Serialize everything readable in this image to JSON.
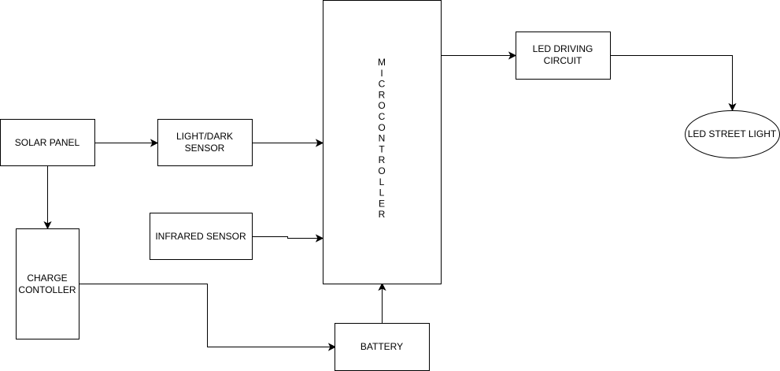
{
  "nodes": {
    "solar_panel": {
      "label": "SOLAR PANEL"
    },
    "light_dark_sensor": {
      "lines": [
        "LIGHT/DARK",
        "SENSOR"
      ]
    },
    "infrared_sensor": {
      "label": "INFRARED SENSOR"
    },
    "charge_controller": {
      "lines": [
        "CHARGE",
        "CONTOLLER"
      ]
    },
    "microcontroller": {
      "letters": [
        "M",
        "I",
        "C",
        "R",
        "O",
        "C",
        "O",
        "N",
        "T",
        "R",
        "O",
        "L",
        "L",
        "E",
        "R"
      ]
    },
    "battery": {
      "label": "BATTERY"
    },
    "led_driving_circuit": {
      "lines": [
        "LED DRIVING",
        "CIRCUIT"
      ]
    },
    "led_street_light": {
      "label": "LED STREET LIGHT"
    }
  },
  "edges": [
    {
      "from": "SOLAR PANEL",
      "to": "LIGHT/DARK SENSOR"
    },
    {
      "from": "LIGHT/DARK SENSOR",
      "to": "MICROCONTROLLER"
    },
    {
      "from": "INFRARED SENSOR",
      "to": "MICROCONTROLLER"
    },
    {
      "from": "SOLAR PANEL",
      "to": "CHARGE CONTOLLER"
    },
    {
      "from": "CHARGE CONTOLLER",
      "to": "BATTERY"
    },
    {
      "from": "BATTERY",
      "to": "MICROCONTROLLER"
    },
    {
      "from": "MICROCONTROLLER",
      "to": "LED DRIVING CIRCUIT"
    },
    {
      "from": "LED DRIVING CIRCUIT",
      "to": "LED STREET LIGHT"
    }
  ]
}
